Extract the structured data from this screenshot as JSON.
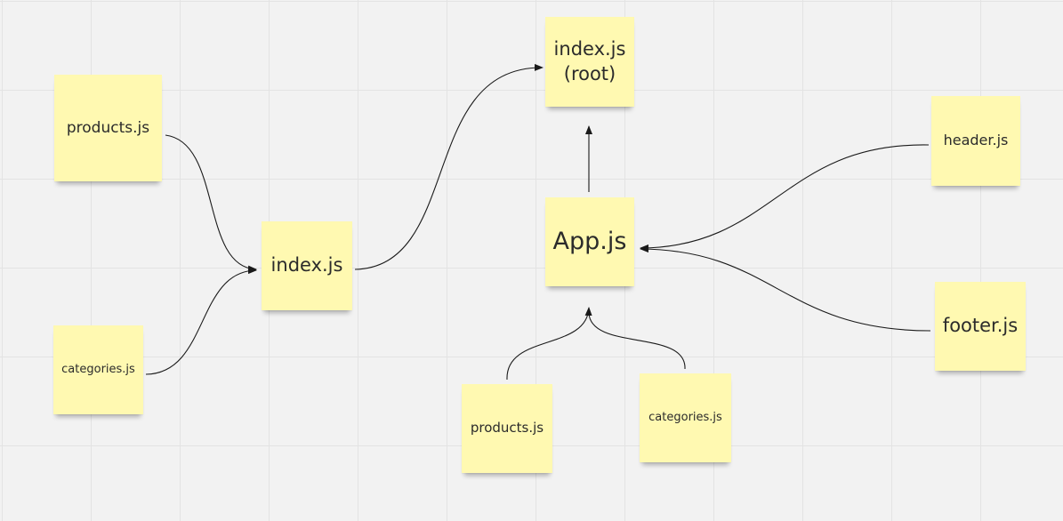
{
  "notes": {
    "left_products": "products.js",
    "left_categories": "categories.js",
    "mid_index": "index.js",
    "root_index_line1": "index.js",
    "root_index_line2": "(root)",
    "app": "App.js",
    "header": "header.js",
    "footer": "footer.js",
    "bottom_products": "products.js",
    "bottom_categories": "categories.js"
  },
  "colors": {
    "background": "#f2f2f2",
    "grid": "#e3e3e3",
    "note": "#fff9b1",
    "connector": "#1a1a1a"
  }
}
